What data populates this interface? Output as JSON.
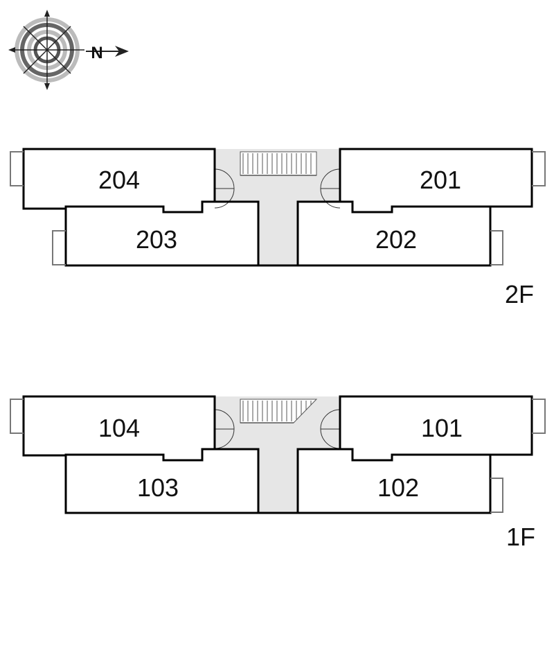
{
  "compass": {
    "north_label": "N",
    "icon": "compass-rose-icon"
  },
  "floors": [
    {
      "id": "2F",
      "label": "2F",
      "rooms": [
        "204",
        "203",
        "201",
        "202"
      ]
    },
    {
      "id": "1F",
      "label": "1F",
      "rooms": [
        "104",
        "103",
        "101",
        "102"
      ]
    }
  ],
  "colors": {
    "wall": "#000000",
    "common_area": "#e6e6e6",
    "stair_line": "#555555"
  }
}
